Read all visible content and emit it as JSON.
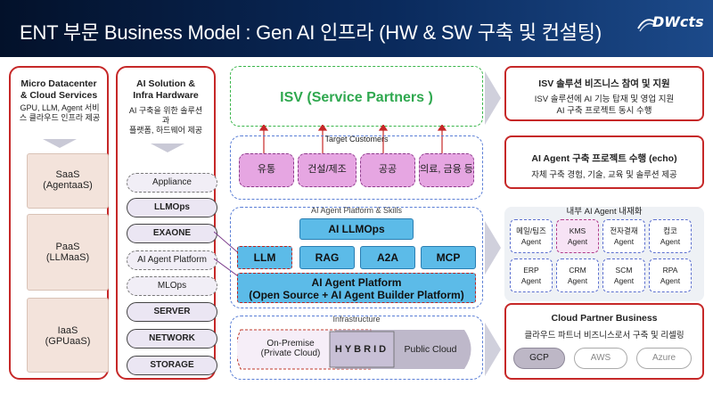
{
  "header": {
    "title": "ENT 부문 Business Model : Gen AI 인프라 (HW & SW 구축 및 컨설팅)",
    "logo_text": "DWcts"
  },
  "left_panel": {
    "title_line1": "Micro Datacenter",
    "title_line2": "& Cloud Services",
    "desc": "GPU, LLM, Agent 서비스 클라우드 인프라 제공",
    "layers": [
      {
        "name": "SaaS",
        "sub": "(AgentaaS)"
      },
      {
        "name": "PaaS",
        "sub": "(LLMaaS)"
      },
      {
        "name": "IaaS",
        "sub": "(GPUaaS)"
      }
    ]
  },
  "solution_panel": {
    "title_line1": "AI Solution &",
    "title_line2": "Infra Hardware",
    "desc_line1": "AI 구축을 위한 솔루션",
    "desc_line2": "과",
    "desc_line3": "플랫폼, 하드웨어 제공",
    "stack": [
      "Appliance",
      "LLMOps",
      "EXAONE",
      "AI Agent Platform",
      "MLOps",
      "SERVER",
      "NETWORK",
      "STORAGE"
    ]
  },
  "isv": {
    "label": "ISV (Service Partners )"
  },
  "target_customers": {
    "label": "Target Customers",
    "items": [
      "유통",
      "건설/제조",
      "공공",
      "의료, 금융 등"
    ]
  },
  "platform": {
    "label": "AI Agent Platform & Skills",
    "llmops": "AI LLMOps",
    "skills": [
      "LLM",
      "RAG",
      "A2A",
      "MCP"
    ],
    "platform_line1": "AI Agent Platform",
    "platform_line2": "(Open Source + AI Agent Builder Platform)"
  },
  "infrastructure": {
    "label": "Infrastructure",
    "on_premise_line1": "On-Premise",
    "on_premise_line2": "(Private Cloud)",
    "hybrid": "HYBRID",
    "public": "Public Cloud"
  },
  "isv_business": {
    "title": "ISV 솔루션 비즈니스 참여 및 지원",
    "line1": "ISV 솔루션에 AI 기능 탑재 및 영업 지원",
    "line2": "AI 구축 프로젝트 동시 수행"
  },
  "agent_project": {
    "title": "AI Agent 구축 프로젝트 수행 (echo)",
    "desc": "자체 구축 경험, 기술, 교육 및 솔루션 제공"
  },
  "internal_agents": {
    "label": "내부 AI Agent 내재화",
    "items": [
      {
        "l1": "메일/팀즈",
        "l2": "Agent"
      },
      {
        "l1": "KMS",
        "l2": "Agent"
      },
      {
        "l1": "전자결재",
        "l2": "Agent"
      },
      {
        "l1": "컴코",
        "l2": "Agent"
      },
      {
        "l1": "ERP",
        "l2": "Agent"
      },
      {
        "l1": "CRM",
        "l2": "Agent"
      },
      {
        "l1": "SCM",
        "l2": "Agent"
      },
      {
        "l1": "RPA",
        "l2": "Agent"
      }
    ]
  },
  "cloud_partner": {
    "title": "Cloud Partner Business",
    "desc": "클라우드 파트너 비즈니스로서 구축 및 리셀링",
    "partners": [
      "GCP",
      "AWS",
      "Azure"
    ]
  },
  "colors": {
    "header_dark": "#03112a",
    "accent_red": "#c62828",
    "isv_green": "#2fa84f",
    "pink_box": "#e6a6e2",
    "blue_box": "#5cbbe8",
    "dashed_blue": "#5b7fd6"
  }
}
